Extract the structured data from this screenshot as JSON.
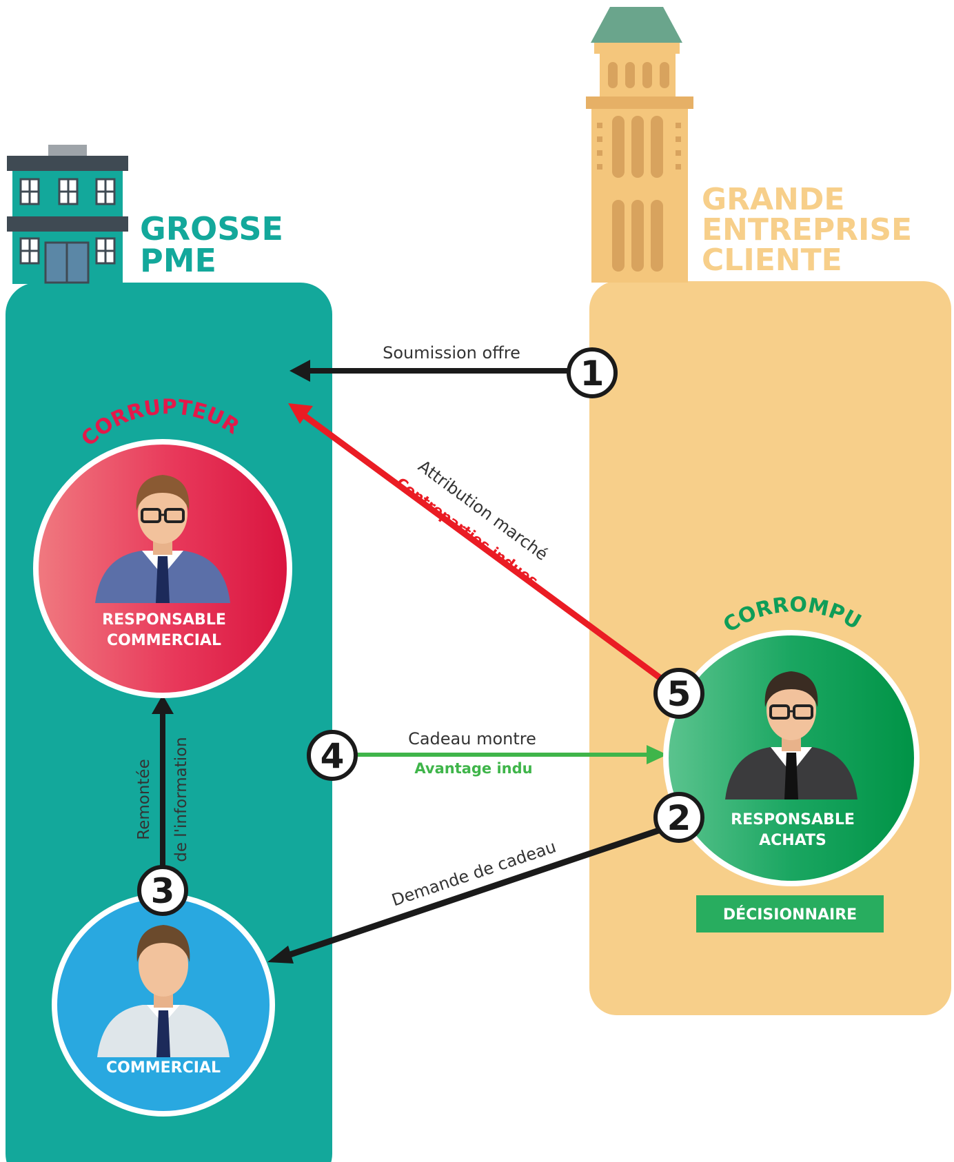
{
  "colors": {
    "pme_teal": "#13a89b",
    "client_sand": "#f7cf8a",
    "tower": "#f4c67c",
    "tower_shade": "#d8a35e",
    "roof": "#6aa58c",
    "corrupteur_red": "#e3194a",
    "corrompu_green": "#0f9d58",
    "commercial_blue": "#29a8e0",
    "arrow_black": "#1a1a1a",
    "arrow_red": "#ea1c24",
    "arrow_green": "#3fb54a"
  },
  "pme": {
    "title_line1": "GROSSE",
    "title_line2": "PME"
  },
  "client": {
    "title_line1": "GRANDE",
    "title_line2": "ENTREPRISE",
    "title_line3": "CLIENTE"
  },
  "corrupteur": {
    "tag": "CORRUPTEUR",
    "role_line1": "RESPONSABLE",
    "role_line2": "COMMERCIAL"
  },
  "corrompu": {
    "tag": "CORROMPU",
    "role_line1": "RESPONSABLE",
    "role_line2": "ACHATS",
    "badge": "DÉCISIONNAIRE"
  },
  "commercial": {
    "role": "COMMERCIAL"
  },
  "steps": [
    {
      "number": "1",
      "label": "Soumission offre"
    },
    {
      "number": "2",
      "label": "Demande de cadeau"
    },
    {
      "number": "3",
      "label_line1": "Remontée",
      "label_line2": "de l'information"
    },
    {
      "number": "4",
      "label": "Cadeau montre",
      "sublabel": "Avantage indu"
    },
    {
      "number": "5",
      "label": "Attribution marché",
      "sublabel": "Contreparties indues"
    }
  ]
}
